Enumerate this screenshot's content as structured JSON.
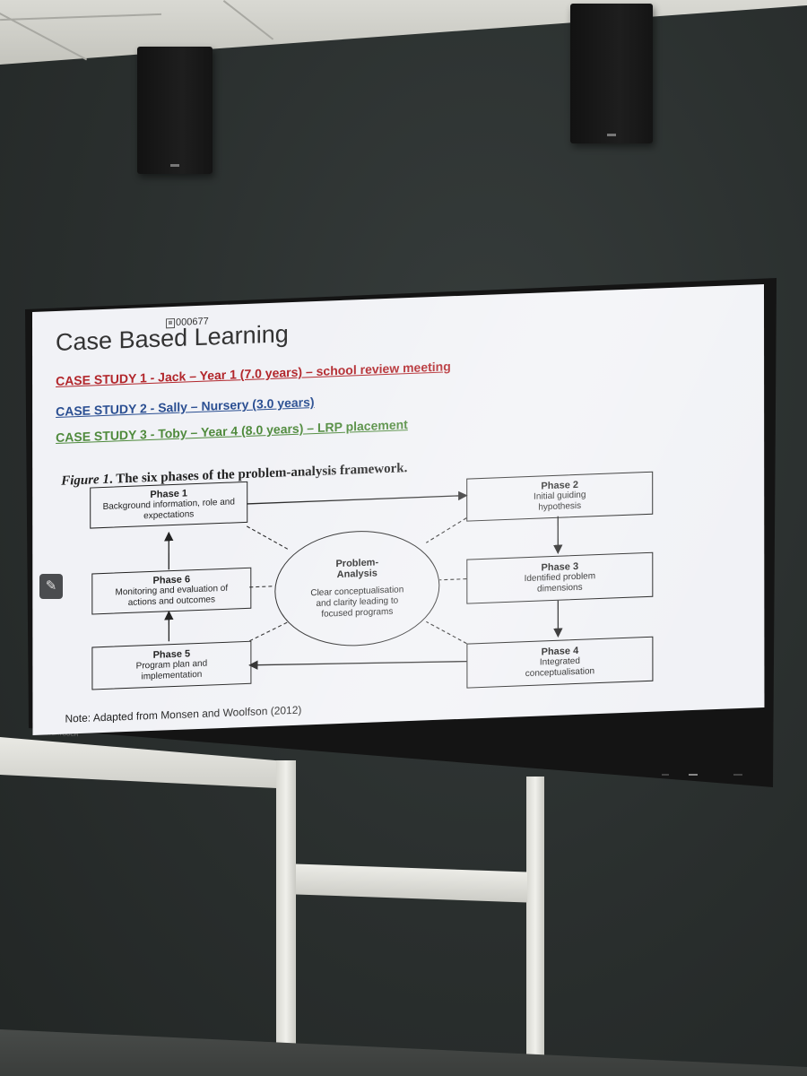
{
  "slide": {
    "slide_number": "000677",
    "title": "Case Based Learning",
    "cases": [
      {
        "text": "CASE STUDY 1 - Jack – Year 1 (7.0 years) – school review meeting",
        "color": "#b2262b"
      },
      {
        "text": "CASE STUDY 2 - Sally – Nursery (3.0 years)",
        "color": "#2b4f92"
      },
      {
        "text": "CASE STUDY 3 - Toby – Year 4 (8.0 years) – LRP placement",
        "color": "#4f8a3c"
      }
    ],
    "figure_label": "Figure 1",
    "figure_caption": ". The six phases of the problem-analysis framework.",
    "phases": [
      {
        "title": "Phase 1",
        "desc": "Background information, role and expectations"
      },
      {
        "title": "Phase 2",
        "desc": "Initial guiding hypothesis"
      },
      {
        "title": "Phase 3",
        "desc": "Identified problem dimensions"
      },
      {
        "title": "Phase 4",
        "desc": "Integrated conceptualisation"
      },
      {
        "title": "Phase 5",
        "desc": "Program plan and implementation"
      },
      {
        "title": "Phase 6",
        "desc": "Monitoring and evaluation of actions and outcomes"
      }
    ],
    "center": {
      "title": "Problem-Analysis",
      "desc": "Clear conceptualisation and clarity leading to focused programs"
    },
    "note": "Note: Adapted from Monsen and Woolfson (2012)"
  },
  "icons": {
    "pen": "pencil-icon",
    "slide_number": "slide-number-icon"
  },
  "colors": {
    "wall": "#2b302f",
    "screen": "#f1f2f6",
    "bezel": "#141414"
  }
}
